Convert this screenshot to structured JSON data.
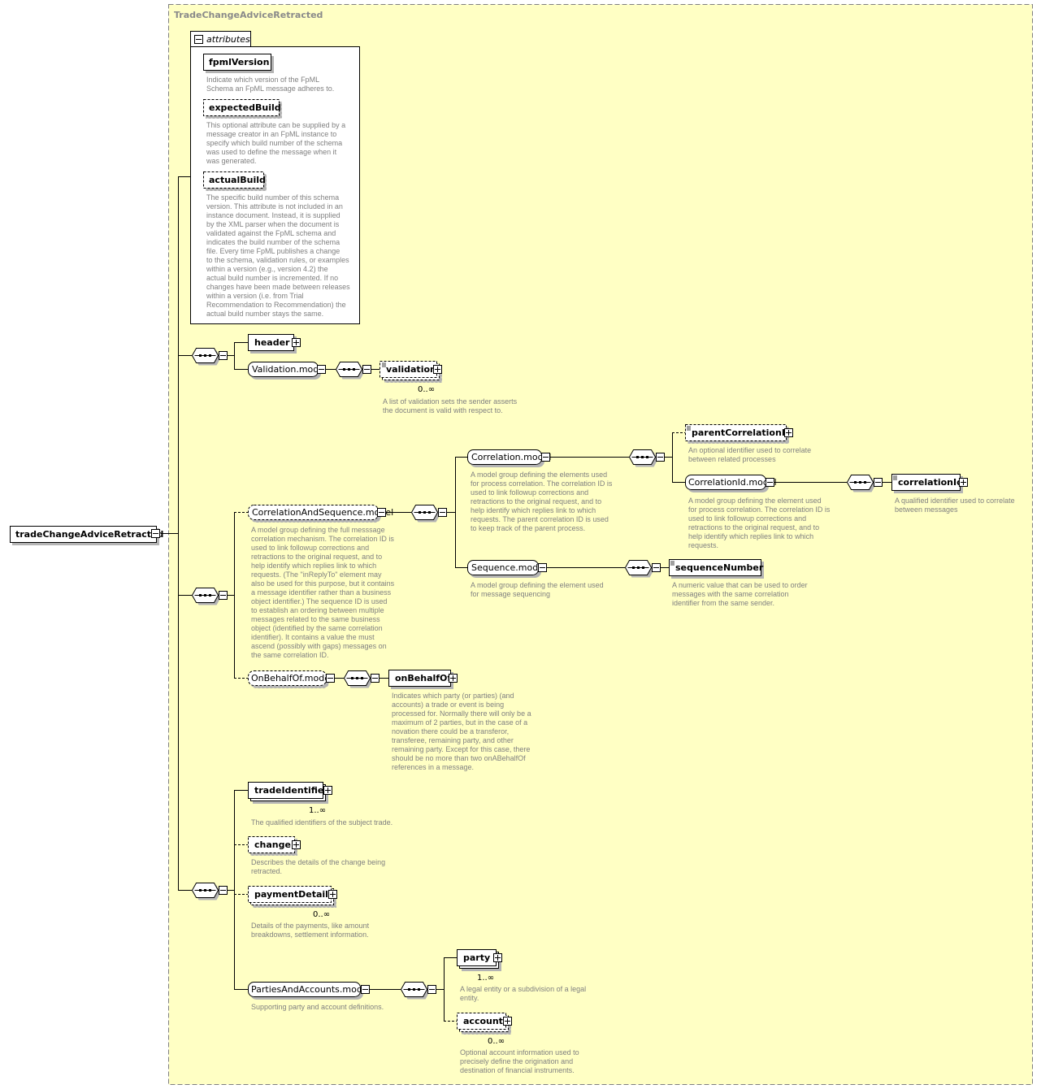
{
  "root": {
    "label": "tradeChangeAdviceRetracted"
  },
  "complex_type": {
    "label": "TradeChangeAdviceRetracted"
  },
  "attributes": {
    "label": "attributes",
    "items": [
      {
        "name": "fpmlVersion",
        "desc": [
          "Indicate which version of the FpML",
          "Schema an FpML message adheres to."
        ]
      },
      {
        "name": "expectedBuild",
        "desc": [
          "This optional attribute can be supplied by a",
          "message creator in an FpML instance to",
          "specify which build number of the schema",
          "was used to define the message when it",
          "was generated."
        ]
      },
      {
        "name": "actualBuild",
        "desc": [
          "The specific build number of this schema",
          "version. This attribute is not included in an",
          "instance document. Instead, it is supplied",
          "by the XML parser when the document is",
          "validated against the FpML schema and",
          "indicates the build number of the schema",
          "file. Every time FpML publishes a change",
          "to the schema, validation rules, or examples",
          "within a version (e.g., version 4.2) the",
          "actual build number is incremented. If no",
          "changes have been made between releases",
          "within a version (i.e. from Trial",
          "Recommendation to Recommendation) the",
          "actual build number stays the same."
        ]
      }
    ]
  },
  "header": {
    "label": "header"
  },
  "validation_model": {
    "label": "Validation.model"
  },
  "validation": {
    "label": "validation",
    "card": "0..∞",
    "desc": [
      "A list of validation sets the sender asserts",
      "the document is valid with respect to."
    ]
  },
  "corr_seq": {
    "label": "CorrelationAndSequence.model",
    "desc": [
      "A model group defining the full messsage",
      "correlation mechanism. The correlation ID is",
      "used to link followup corrections and",
      "retractions to the original request, and to",
      "help identify which replies link to which",
      "requests. (The \"inReplyTo\" element may",
      "also be used for this purpose, but it contains",
      "a message identifier rather than a business",
      "object identifier.) The sequence ID is used",
      "to establish an ordering between multiple",
      "messages related to the same business",
      "object (identified by the same correlation",
      "identifier). It contains a value the must",
      "ascend (possibly with gaps) messages on",
      "the same correlation ID."
    ]
  },
  "correlation_model": {
    "label": "Correlation.model",
    "desc": [
      "A model group defining the elements used",
      "for process correlation. The correlation ID is",
      "used to link followup corrections and",
      "retractions to the original request, and to",
      "help identify which replies link to which",
      "requests. The parent correlation ID is used",
      "to keep track of the parent process."
    ]
  },
  "parent_corr": {
    "label": "parentCorrelationId",
    "desc": [
      "An optional identifier used to correlate",
      "between related processes"
    ]
  },
  "corrid_model": {
    "label": "CorrelationId.model",
    "desc": [
      "A model group defining the element used",
      "for process correlation. The correlation ID is",
      "used to link followup corrections and",
      "retractions to the original request, and to",
      "help identify which replies link to which",
      "requests."
    ]
  },
  "correlation_id": {
    "label": "correlationId",
    "desc": [
      "A qualified identifier used to correlate",
      "between messages"
    ]
  },
  "sequence_model": {
    "label": "Sequence.model",
    "desc": [
      "A model group defining the element used",
      "for message sequencing"
    ]
  },
  "sequence_number": {
    "label": "sequenceNumber",
    "desc": [
      "A numeric value that can be used to order",
      "messages with the same correlation",
      "identifier from the same sender."
    ]
  },
  "obo_model": {
    "label": "OnBehalfOf.model"
  },
  "on_behalf_of": {
    "label": "onBehalfOf",
    "desc": [
      "Indicates which party (or parties) (and",
      "accounts) a trade or event is being",
      "processed for. Normally there will only be a",
      "maximum of 2 parties, but in the case of a",
      "novation there could be a transferor,",
      "transferee, remaining party, and other",
      "remaining party. Except for this case, there",
      "should be no more than two onABehalfOf",
      "references in a message."
    ]
  },
  "trade_identifier": {
    "label": "tradeIdentifier",
    "card": "1..∞",
    "desc": [
      "The qualified identifiers of the subject trade."
    ]
  },
  "change": {
    "label": "change",
    "desc": [
      "Describes the details of the change being",
      "retracted."
    ]
  },
  "payment_details": {
    "label": "paymentDetails",
    "card": "0..∞",
    "desc": [
      "Details of the payments, like amount",
      "breakdowns, settlement information."
    ]
  },
  "pa_model": {
    "label": "PartiesAndAccounts.model",
    "desc": [
      "Supporting party and account definitions."
    ]
  },
  "party": {
    "label": "party",
    "card": "1..∞",
    "desc": [
      "A legal entity or a subdivision of a legal",
      "entity."
    ]
  },
  "account": {
    "label": "account",
    "card": "0..∞",
    "desc": [
      "Optional account information used to",
      "precisely define the origination and",
      "destination of financial instruments."
    ]
  },
  "colors": {
    "background": "#ffffc4",
    "frame": "#808080",
    "line": "#000000",
    "annotation": "#808080"
  }
}
